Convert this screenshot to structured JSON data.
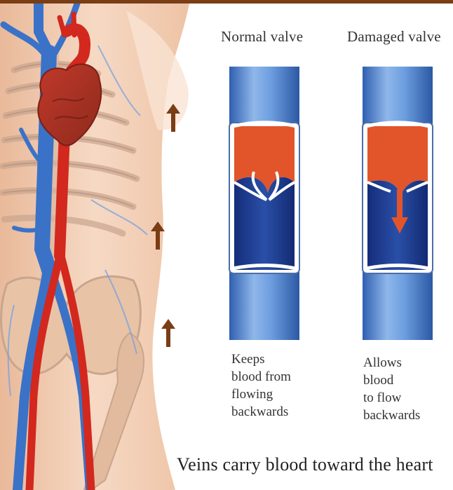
{
  "figure": {
    "columns": [
      {
        "label": "Normal valve",
        "caption_lines": [
          "Keeps",
          "blood from",
          "flowing",
          "backwards"
        ]
      },
      {
        "label": "Damaged valve",
        "caption_lines": [
          "Allows",
          "blood",
          "to flow",
          "backwards"
        ]
      }
    ],
    "footer": "Veins carry blood toward the heart"
  },
  "colors": {
    "accent_bar": "#7a3d14",
    "arrow": "#7a3d14",
    "vein_blue": "#3a72c8",
    "artery_red": "#d2281e",
    "blood_orange": "#e2552a",
    "skin": "#f0c9ad"
  },
  "icons": {
    "flow_arrow": "up-arrow-icon",
    "backflow_arrow": "down-arrow-icon"
  }
}
